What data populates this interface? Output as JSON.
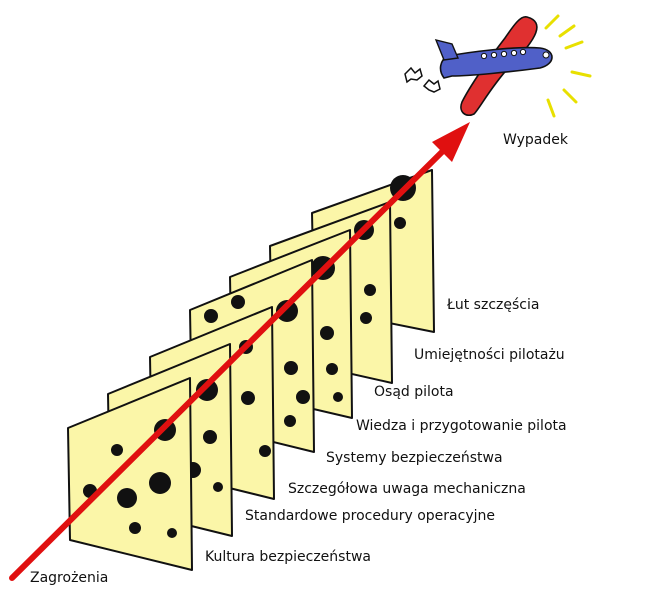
{
  "diagram": {
    "hazard_label": "Zagrożenia",
    "accident_label": "Wypadek",
    "layers": [
      {
        "label": "Kultura bezpieczeństwa"
      },
      {
        "label": "Standardowe procedury operacyjne"
      },
      {
        "label": "Szczegółowa uwaga mechaniczna"
      },
      {
        "label": "Systemy bezpieczeństwa"
      },
      {
        "label": "Wiedza i przygotowanie pilota"
      },
      {
        "label": "Osąd pilota"
      },
      {
        "label": "Umiejętności pilotażu"
      },
      {
        "label": "Łut szczęścia"
      }
    ],
    "colors": {
      "slice_fill": "#fbf6a8",
      "slice_stroke": "#111111",
      "hole": "#111111",
      "arrow": "#e01010",
      "plane_body": "#5060c8",
      "plane_wing": "#e03030",
      "impact_lines": "#e8e000"
    },
    "icons": [
      "airplane-icon",
      "smoke-puff-icon",
      "impact-lines-icon"
    ]
  }
}
